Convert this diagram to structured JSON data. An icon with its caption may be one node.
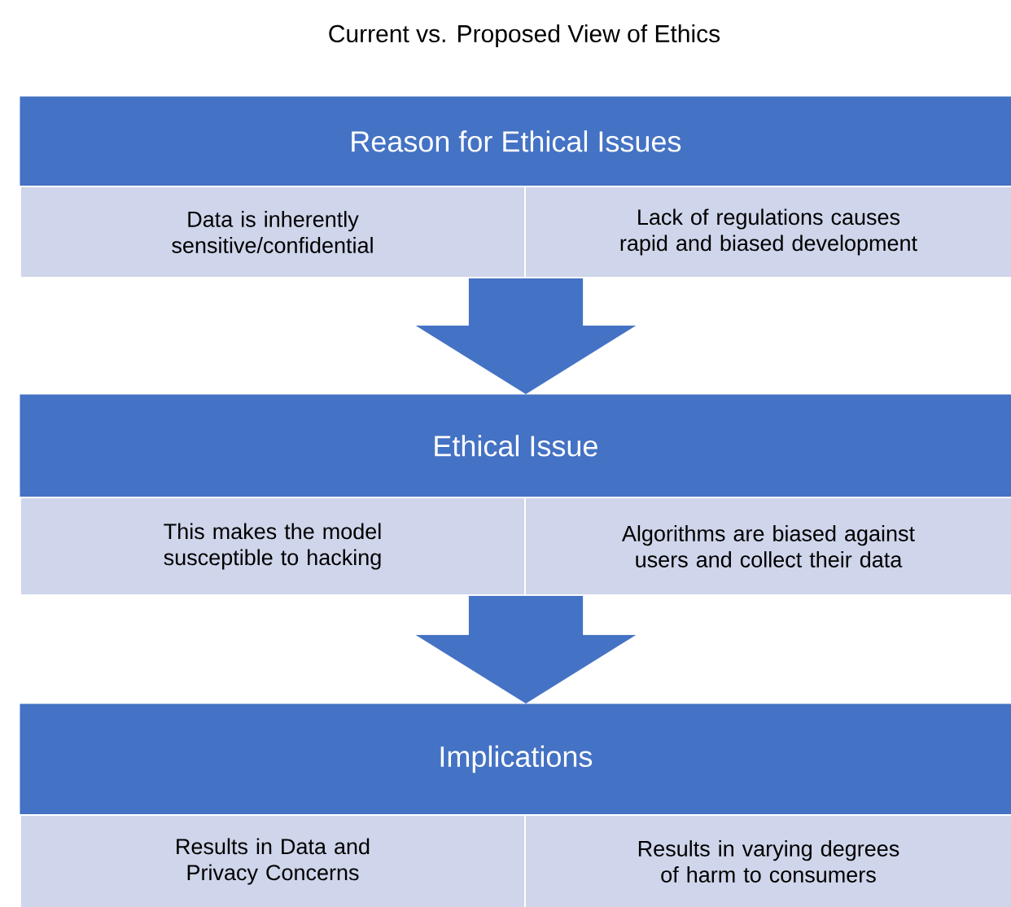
{
  "diagram": {
    "title": "Current vs. Proposed View of Ethics",
    "nodes": [
      {
        "text": [
          "Reason for Ethical Issues"
        ]
      },
      {
        "text": [
          "Data is inherently sensitive/confidential"
        ]
      },
      {
        "text": [
          "Lack of regulations causes rapid and biased development"
        ]
      },
      {
        "text": [
          "Ethical Issue"
        ]
      },
      {
        "text": [
          "This makes the model susceptible to hacking"
        ]
      },
      {
        "text": [
          "Algorithms are biased against users and collect their data"
        ]
      },
      {
        "text": [
          "Implications"
        ]
      },
      {
        "text": [
          "Results in Data and Privacy Concerns"
        ]
      },
      {
        "text": [
          "Results in varying degrees of harm to consumers"
        ]
      }
    ],
    "edges": [
      {
        "from": 1,
        "to": 3,
        "arrow": "to"
      },
      {
        "from": 2,
        "to": 3,
        "arrow": "to"
      },
      {
        "from": 4,
        "to": 6,
        "arrow": "to"
      },
      {
        "from": 5,
        "to": 6,
        "arrow": "to"
      }
    ]
  }
}
